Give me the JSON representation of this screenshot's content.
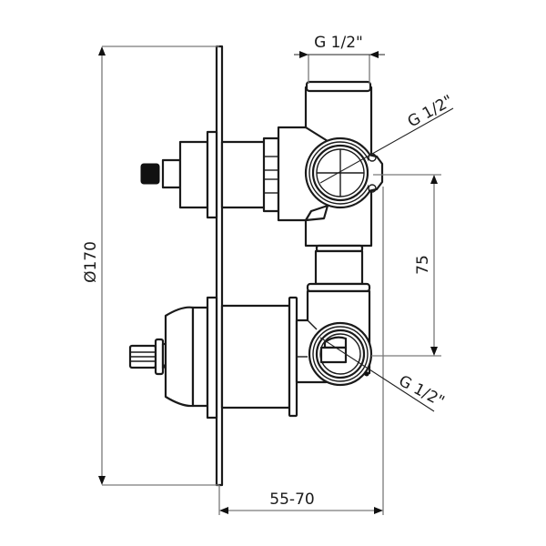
{
  "drawing": {
    "subject": "Concealed thermostatic shower valve body with wall plate — side elevation",
    "line_color": "#1a1a1a",
    "dimension_line_color": "#7a7a7a",
    "background": "#ffffff"
  },
  "dimensions": {
    "plate_diameter": {
      "label": "Ø170",
      "orientation": "vertical",
      "side": "left"
    },
    "outlet_spacing": {
      "label": "75",
      "orientation": "vertical",
      "side": "right"
    },
    "wall_depth": {
      "label": "55-70",
      "orientation": "horizontal",
      "side": "bottom"
    }
  },
  "connections": {
    "top": {
      "label": "G 1/2\"",
      "position": "top outlet width"
    },
    "upper_right": {
      "label": "G 1/2\"",
      "position": "upper side inlet (leader, angled)"
    },
    "lower_right": {
      "label": "G 1/2\"",
      "position": "lower side inlet (leader, angled)"
    }
  },
  "components": [
    {
      "name": "wall-plate",
      "description": "thin circular cover plate"
    },
    {
      "name": "upper-spindle",
      "description": "diverter spindle with knurled tip"
    },
    {
      "name": "upper-body",
      "description": "upper valve body with G1/2 port"
    },
    {
      "name": "lower-cartridge",
      "description": "thermostatic cartridge with splined spindle"
    },
    {
      "name": "lower-body",
      "description": "lower valve body with G1/2 port"
    },
    {
      "name": "connector-pipe",
      "description": "riser between bodies"
    }
  ]
}
